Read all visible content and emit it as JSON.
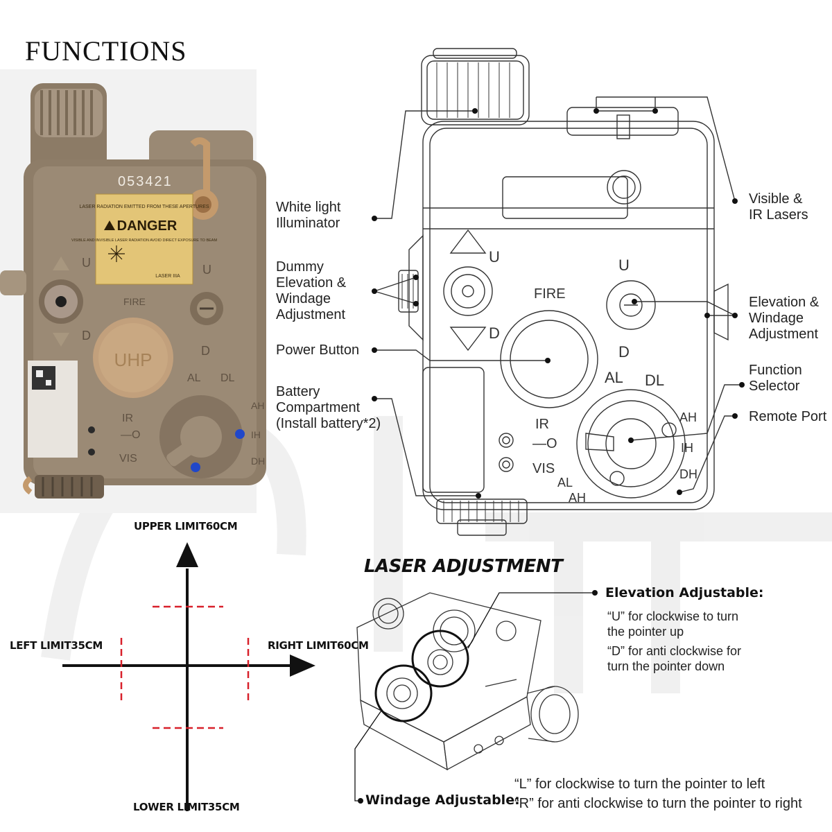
{
  "title": "FUNCTIONS",
  "device": {
    "serial": "053421",
    "warning_header": "LASER RADIATION EMITTED FROM THESE APERTURES",
    "danger": "DANGER",
    "warning_sub": "VISIBLE AND INVISIBLE LASER RADIATION AVOID DIRECT EXPOSURE TO BEAM",
    "laser_class": "LASER IIIA",
    "brand": "UHP",
    "marks": {
      "up": "U",
      "down": "D",
      "fire": "FIRE",
      "al": "AL",
      "dl": "DL",
      "ah": "AH",
      "ih": "IH",
      "dh": "DH",
      "ir": "IR",
      "off": "—O",
      "vis": "VIS"
    }
  },
  "callouts": {
    "white_light": [
      "White light",
      "Illuminator"
    ],
    "dummy": [
      "Dummy",
      "Elevation &",
      "Windage",
      "Adjustment"
    ],
    "power": [
      "Power Button"
    ],
    "battery": [
      "Battery",
      "Compartment",
      "(Install battery*2)"
    ],
    "visible_ir": [
      "Visible &",
      "IR Lasers"
    ],
    "elev_wind": [
      "Elevation &",
      "Windage",
      "Adjustment"
    ],
    "function_sel": [
      "Function",
      "Selector"
    ],
    "remote": [
      "Remote Port"
    ]
  },
  "limits": {
    "upper": "UPPER LIMIT60CM",
    "lower": "LOWER LIMIT35CM",
    "left": "LEFT LIMIT35CM",
    "right": "RIGHT LIMIT60CM"
  },
  "laser_adjustment": {
    "heading": "LASER ADJUSTMENT",
    "elevation_title": "Elevation Adjustable:",
    "elevation_lines": [
      "“U” for clockwise to turn",
      "the pointer up",
      "“D” for anti clockwise for",
      "turn the pointer down"
    ],
    "windage_title": "Windage Adjustable:",
    "windage_lines": [
      "“L” for clockwise to turn the pointer to left",
      "“R” for anti clockwise to turn the pointer to right"
    ]
  }
}
